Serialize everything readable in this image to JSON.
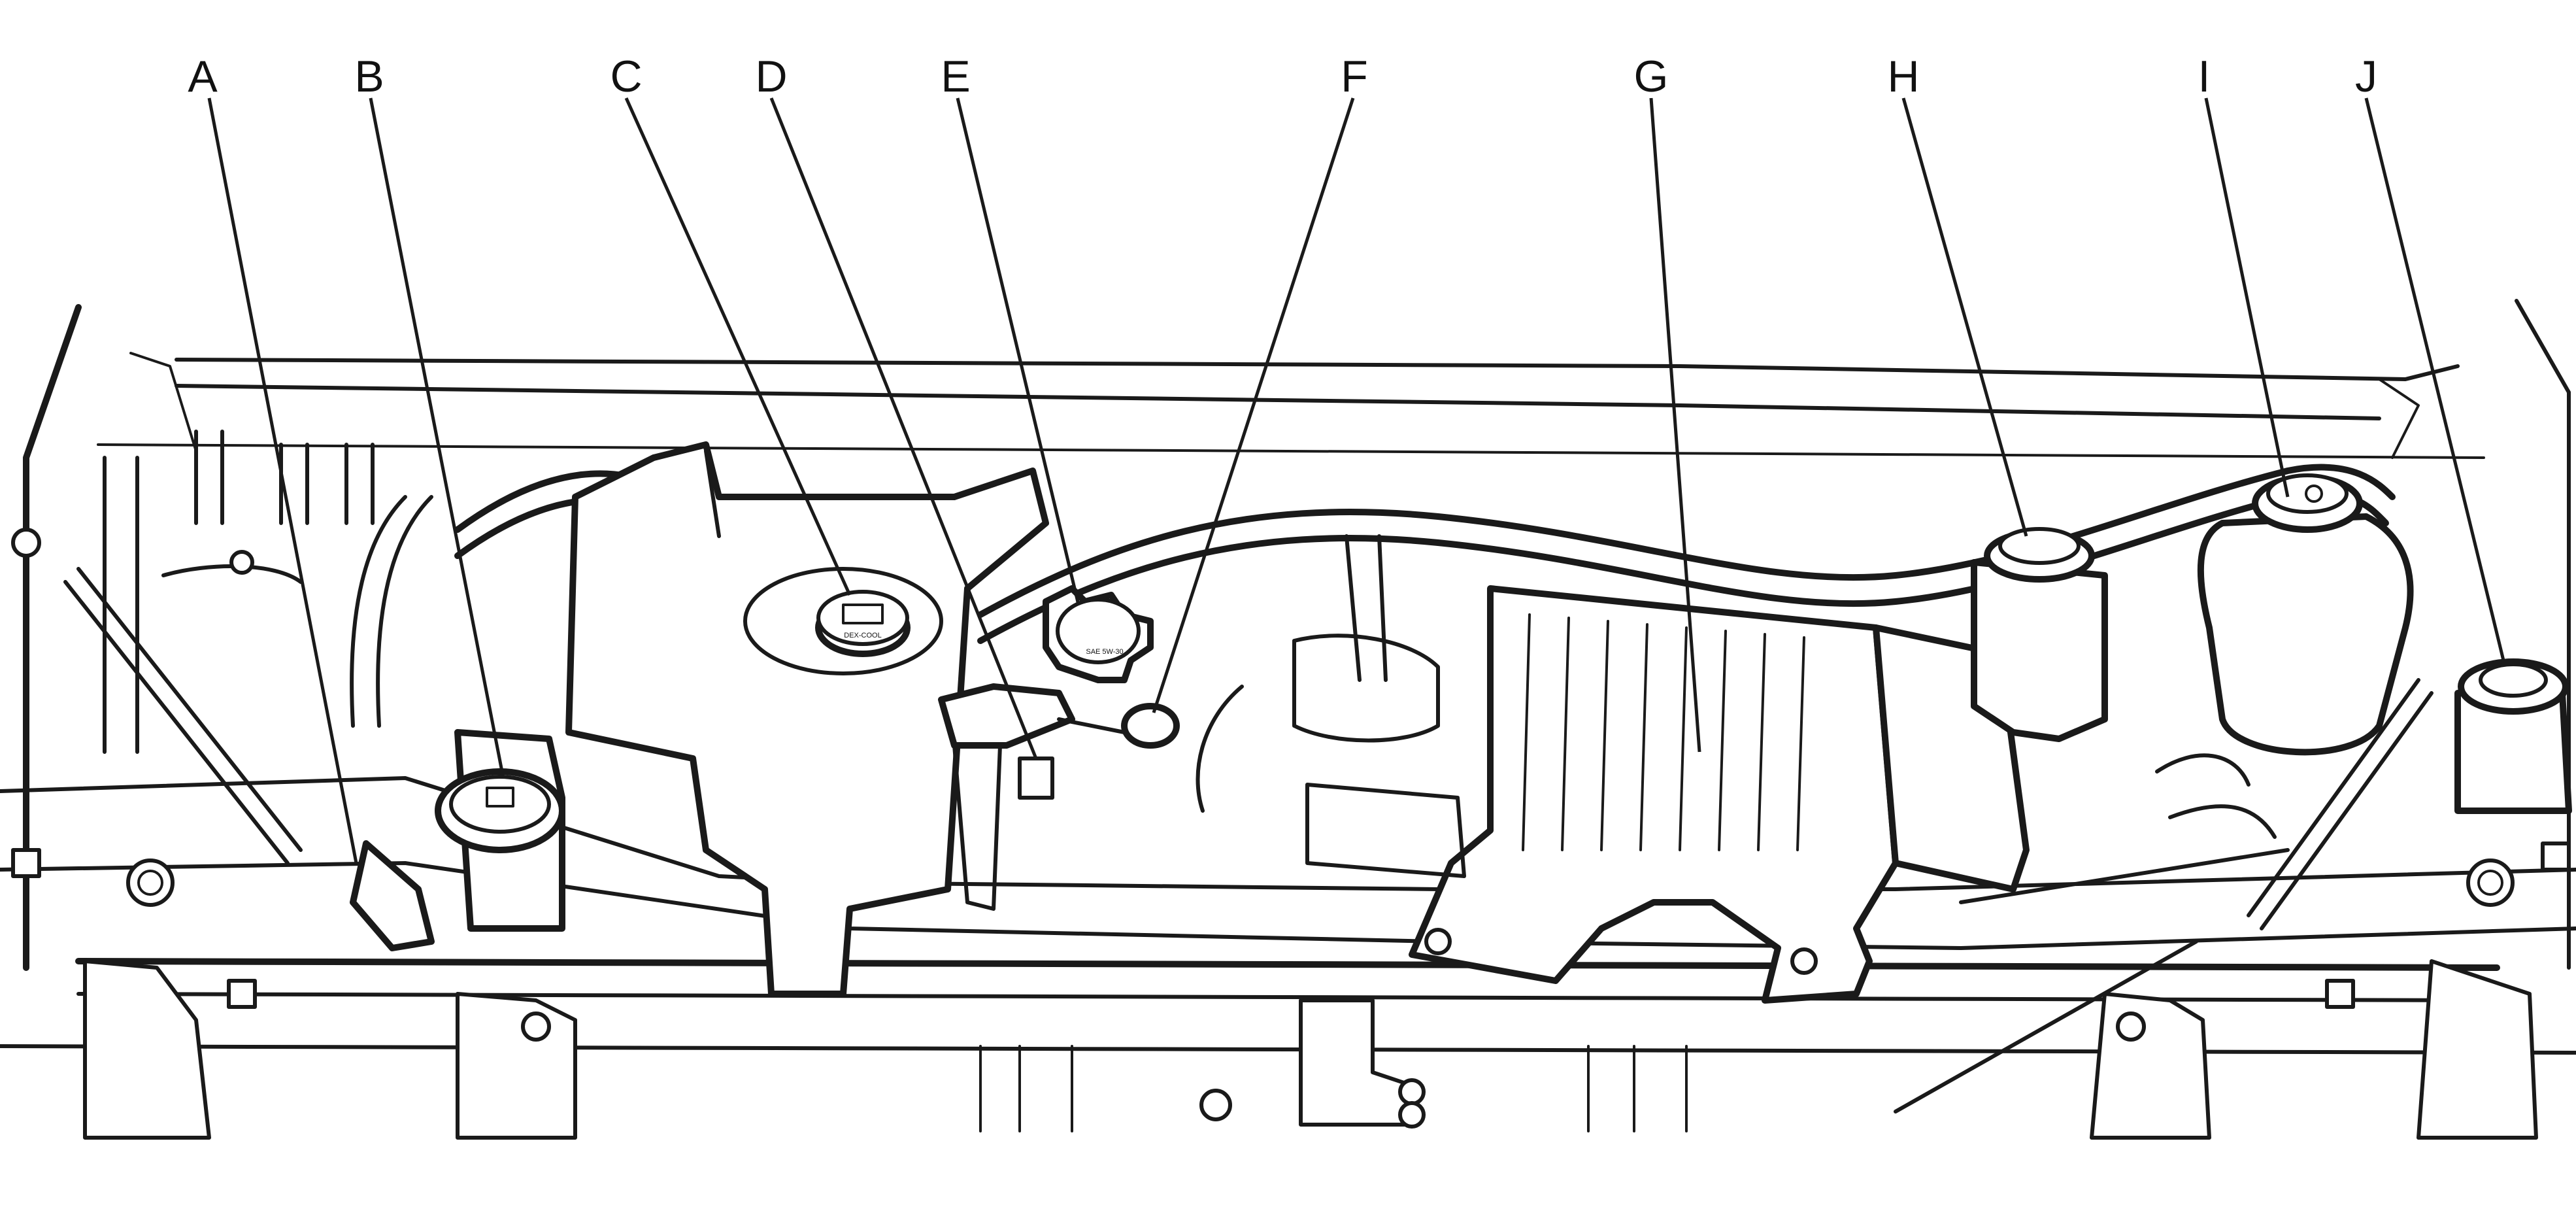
{
  "diagram": {
    "type": "engine-compartment-line-drawing",
    "callouts": [
      {
        "id": "A",
        "label": "A"
      },
      {
        "id": "B",
        "label": "B"
      },
      {
        "id": "C",
        "label": "C"
      },
      {
        "id": "D",
        "label": "D"
      },
      {
        "id": "E",
        "label": "E"
      },
      {
        "id": "F",
        "label": "F"
      },
      {
        "id": "G",
        "label": "G"
      },
      {
        "id": "H",
        "label": "H"
      },
      {
        "id": "I",
        "label": "I"
      },
      {
        "id": "J",
        "label": "J"
      }
    ],
    "cap_text": {
      "c_cap": "DEX-COOL",
      "e_cap": "SAE 5W-30"
    }
  }
}
